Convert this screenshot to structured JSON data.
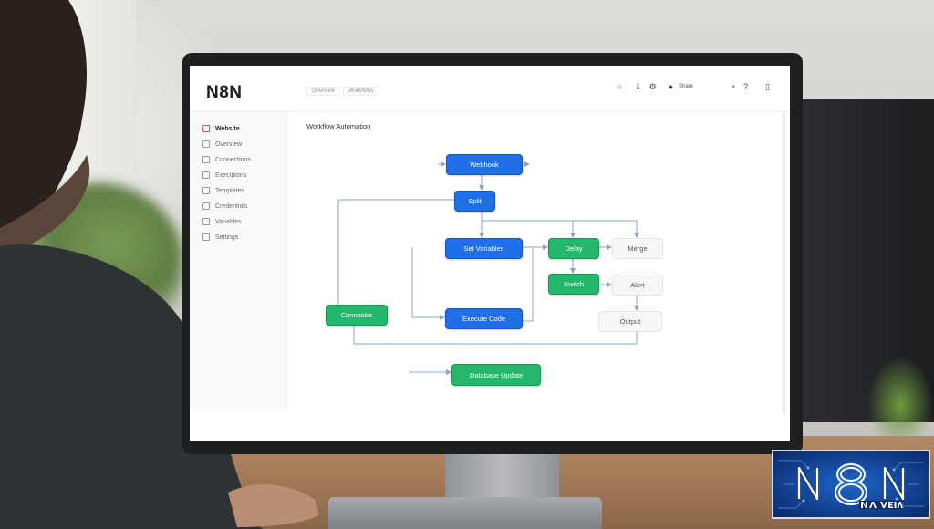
{
  "app": {
    "brand": "N8N",
    "canvas_title": "Workflow Automation"
  },
  "sidebar": {
    "items": [
      {
        "label": "Website",
        "active": true
      },
      {
        "label": "Overview"
      },
      {
        "label": "Connections"
      },
      {
        "label": "Executions"
      },
      {
        "label": "Templates"
      },
      {
        "label": "Credentials"
      },
      {
        "label": "Variables"
      },
      {
        "label": "Settings"
      }
    ]
  },
  "topbar": {
    "tabs": [
      "Overview",
      "Workflows"
    ],
    "user_label": "Share"
  },
  "workflow": {
    "nodes": [
      {
        "id": "n1",
        "label": "Webhook",
        "color": "blue"
      },
      {
        "id": "n2",
        "label": "Split",
        "color": "blue"
      },
      {
        "id": "n3",
        "label": "Set Variables",
        "color": "blue"
      },
      {
        "id": "n4",
        "label": "Execute Code",
        "color": "blue"
      },
      {
        "id": "n5",
        "label": "Delay",
        "color": "green"
      },
      {
        "id": "n6",
        "label": "Switch",
        "color": "green"
      },
      {
        "id": "n7",
        "label": "Connector",
        "color": "green"
      },
      {
        "id": "n8",
        "label": "Database Update",
        "color": "green"
      },
      {
        "id": "n9",
        "label": "Merge",
        "color": "light"
      },
      {
        "id": "n10",
        "label": "Alert",
        "color": "light"
      },
      {
        "id": "n11",
        "label": "Output",
        "color": "light"
      }
    ]
  },
  "badge": {
    "text": "N8N NA VEIA",
    "colors": {
      "bg": "#103a86",
      "accent": "#ffffff"
    }
  },
  "colors": {
    "node_blue": "#1f6fe6",
    "node_green": "#23b86b",
    "edge": "#8aa4c8"
  }
}
